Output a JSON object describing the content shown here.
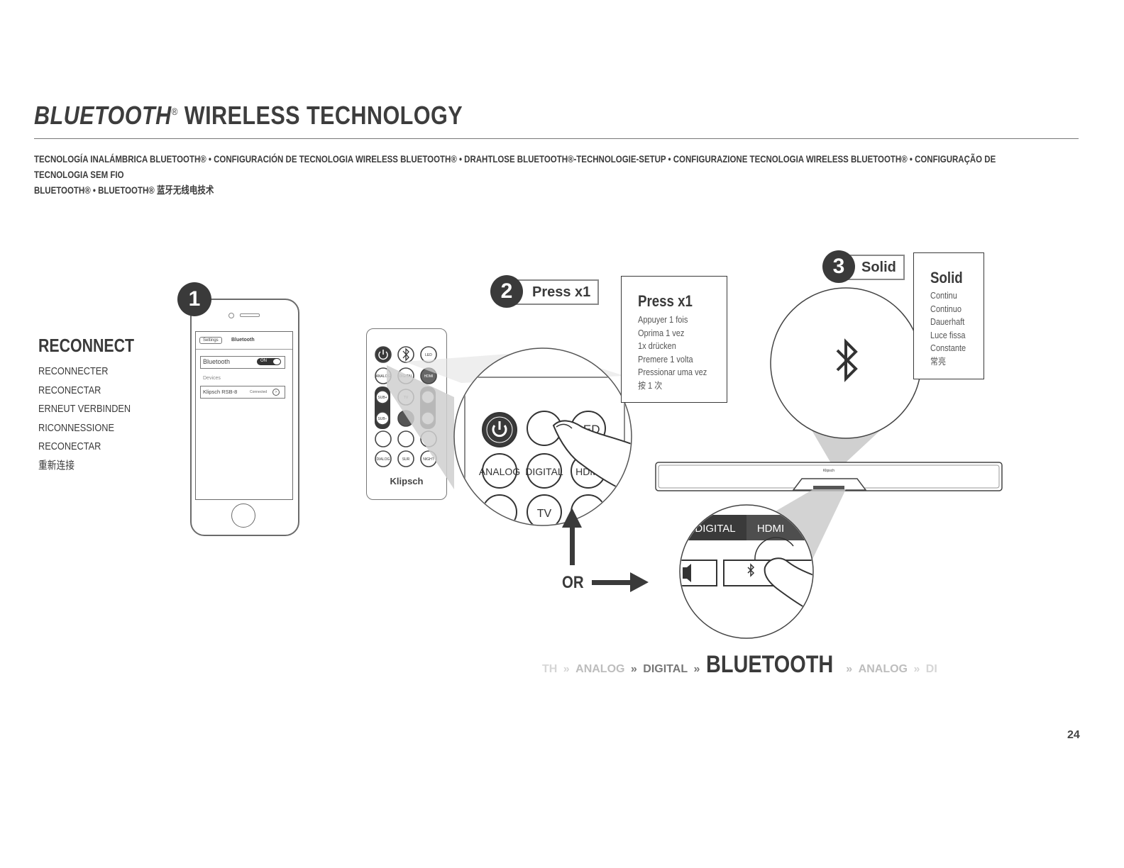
{
  "header": {
    "title_italic": "BLUETOOTH",
    "title_reg_mark": "®",
    "title_rest": " WIRELESS TECHNOLOGY",
    "subtitle_line1": "TECNOLOGÍA INALÁMBRICA BLUETOOTH® • CONFIGURACIÓN DE TECNOLOGIA WIRELESS BLUETOOTH® • DRAHTLOSE BLUETOOTH®-TECHNOLOGIE-SETUP • CONFIGURAZIONE TECNOLOGIA WIRELESS BLUETOOTH® • CONFIGURAÇÃO DE TECNOLOGIA SEM FIO",
    "subtitle_line2": "BLUETOOTH® • BLUETOOTH® 蓝牙无线电技术"
  },
  "reconnect": {
    "title": "RECONNECT",
    "items": [
      "RECONNECTER",
      "RECONECTAR",
      "ERNEUT VERBINDEN",
      "RICONNESSIONE",
      "RECONECTAR",
      "重新连接"
    ]
  },
  "steps": {
    "step1": {
      "number": "1"
    },
    "step2": {
      "number": "2",
      "label": "Press x1"
    },
    "step3": {
      "number": "3",
      "label": "Solid"
    }
  },
  "phone": {
    "back_button": "Settings",
    "screen_title": "Bluetooth",
    "bluetooth_row": "Bluetooth",
    "toggle": "ON",
    "devices_header": "Devices",
    "device_name": "Klipsch RSB-8",
    "device_status": "Connected"
  },
  "press_box": {
    "title": "Press x1",
    "items": [
      "Appuyer 1 fois",
      "Oprima 1 vez",
      "1x drücken",
      "Premere 1 volta",
      "Pressionar uma vez",
      "按 1 次"
    ]
  },
  "solid_box": {
    "title": "Solid",
    "items": [
      "Continu",
      "Continuo",
      "Dauerhaft",
      "Luce fissa",
      "Constante",
      "常亮"
    ]
  },
  "remote": {
    "brand": "Klipsch",
    "buttons": [
      "LED",
      "ANALOG",
      "DIGITAL",
      "HDMI",
      "SUB+",
      "TV",
      "SUB−",
      "DIALOG",
      "SUR",
      "NIGHT"
    ]
  },
  "zoom_remote": {
    "buttons": [
      "LED",
      "ANALOG",
      "DIGITAL",
      "HDMI",
      "TV"
    ]
  },
  "zoom_soundbar": {
    "labels": [
      "DIGITAL",
      "HDMI"
    ]
  },
  "soundbar": {
    "brand": "Klipsch"
  },
  "or_label": "OR",
  "modes": {
    "faint_left": "TH",
    "analog1": "ANALOG",
    "digital": "DIGITAL",
    "active": "BLUETOOTH",
    "analog2": "ANALOG",
    "faint_right": "DI",
    "separator": "»"
  },
  "page_number": "24",
  "colors": {
    "ink": "#3a3a3a",
    "rule": "#777777",
    "shade": "#c8c8c8"
  }
}
